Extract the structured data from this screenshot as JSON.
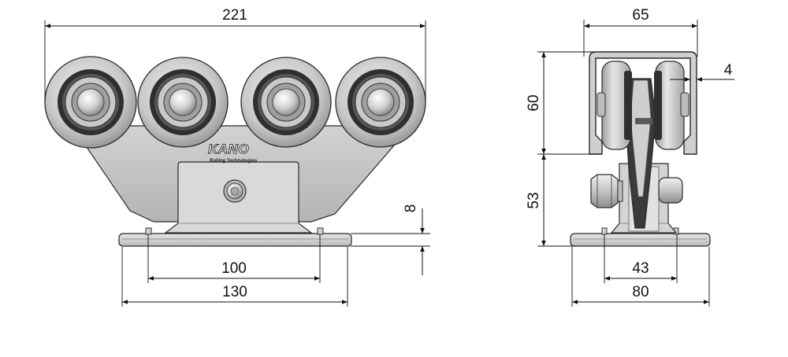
{
  "logo": {
    "brand": "KANO",
    "tagline": "Rolling Technologies"
  },
  "dimensions": {
    "front_overall_width": "221",
    "front_base_width": "130",
    "front_hole_spacing": "100",
    "base_thickness": "8",
    "side_width": "65",
    "side_wall_thickness": "4",
    "side_upper_height": "60",
    "side_lower_height": "53",
    "side_hole_spacing": "43",
    "side_base_width": "80"
  },
  "colors": {
    "metal_light": "#d6d6d6",
    "metal_mid": "#bdbdbd",
    "metal_dark": "#8f8f8f",
    "bearing_dark": "#2f2f2f",
    "line": "#111111"
  }
}
